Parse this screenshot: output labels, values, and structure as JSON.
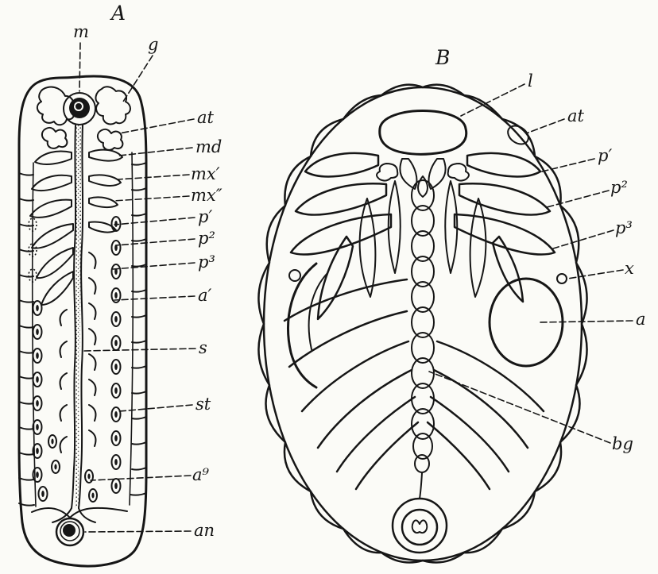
{
  "page": {
    "background": "#fbfbf7",
    "ink": "#161616"
  },
  "panelA": {
    "title": "A",
    "labels": {
      "m": "m",
      "g": "g",
      "at": "at",
      "md": "md",
      "mx1": "mx′",
      "mx2": "mx″",
      "p1": "p′",
      "p2": "p²",
      "p3": "p³",
      "a1": "a′",
      "s": "s",
      "st": "st",
      "a9": "a⁹",
      "an": "an"
    }
  },
  "panelB": {
    "title": "B",
    "labels": {
      "l": "l",
      "at": "at",
      "p1": "p′",
      "p2": "p²",
      "p3": "p³",
      "x": "x",
      "a": "a",
      "bg": "bg"
    }
  }
}
